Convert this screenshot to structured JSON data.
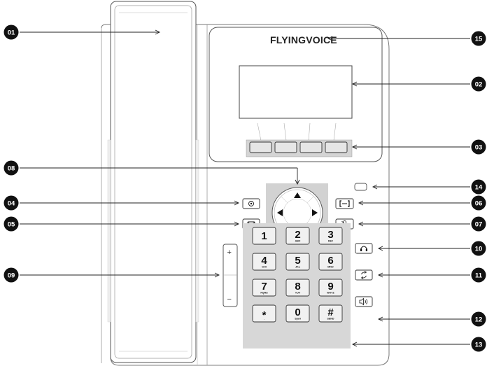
{
  "brand": "FLYINGVOICE",
  "callouts": [
    {
      "id": "handset",
      "label": "01"
    },
    {
      "id": "display",
      "label": "02"
    },
    {
      "id": "softkeys",
      "label": "03"
    },
    {
      "id": "left-function-key-1",
      "label": "04"
    },
    {
      "id": "left-function-key-2",
      "label": "05"
    },
    {
      "id": "right-function-key-1",
      "label": "06"
    },
    {
      "id": "right-function-key-2",
      "label": "07"
    },
    {
      "id": "navigation-pad",
      "label": "08"
    },
    {
      "id": "volume-key",
      "label": "09"
    },
    {
      "id": "headset-key",
      "label": "10"
    },
    {
      "id": "transfer-key",
      "label": "11"
    },
    {
      "id": "speaker-key",
      "label": "12"
    },
    {
      "id": "keypad",
      "label": "13"
    },
    {
      "id": "indicator-led",
      "label": "14"
    },
    {
      "id": "logo",
      "label": "15"
    }
  ],
  "keypad": {
    "keys": [
      {
        "main": "1",
        "sub": ""
      },
      {
        "main": "2",
        "sub": "ABC"
      },
      {
        "main": "3",
        "sub": "DEF"
      },
      {
        "main": "4",
        "sub": "GHI"
      },
      {
        "main": "5",
        "sub": "JKL"
      },
      {
        "main": "6",
        "sub": "MNO"
      },
      {
        "main": "7",
        "sub": "PQRS"
      },
      {
        "main": "8",
        "sub": "TUV"
      },
      {
        "main": "9",
        "sub": "WXYZ"
      },
      {
        "main": "*",
        "sub": "."
      },
      {
        "main": "0",
        "sub": "Spell"
      },
      {
        "main": "#",
        "sub": "SEND"
      }
    ]
  },
  "volume": {
    "plus": "+",
    "minus": "−"
  },
  "icons": {
    "left_key_1": "target-circle-icon",
    "left_key_2": "message-envelope-icon",
    "right_key_1": "redial-bracket-icon",
    "right_key_2": "mute-microphone-icon",
    "headset": "headset-icon",
    "transfer": "transfer-arrows-icon",
    "speaker": "speaker-icon"
  },
  "colors": {
    "bubble": "#111111",
    "keypad_panel": "#d7d7d7",
    "nav_panel": "#d2d2d2",
    "outline": "#555555"
  }
}
